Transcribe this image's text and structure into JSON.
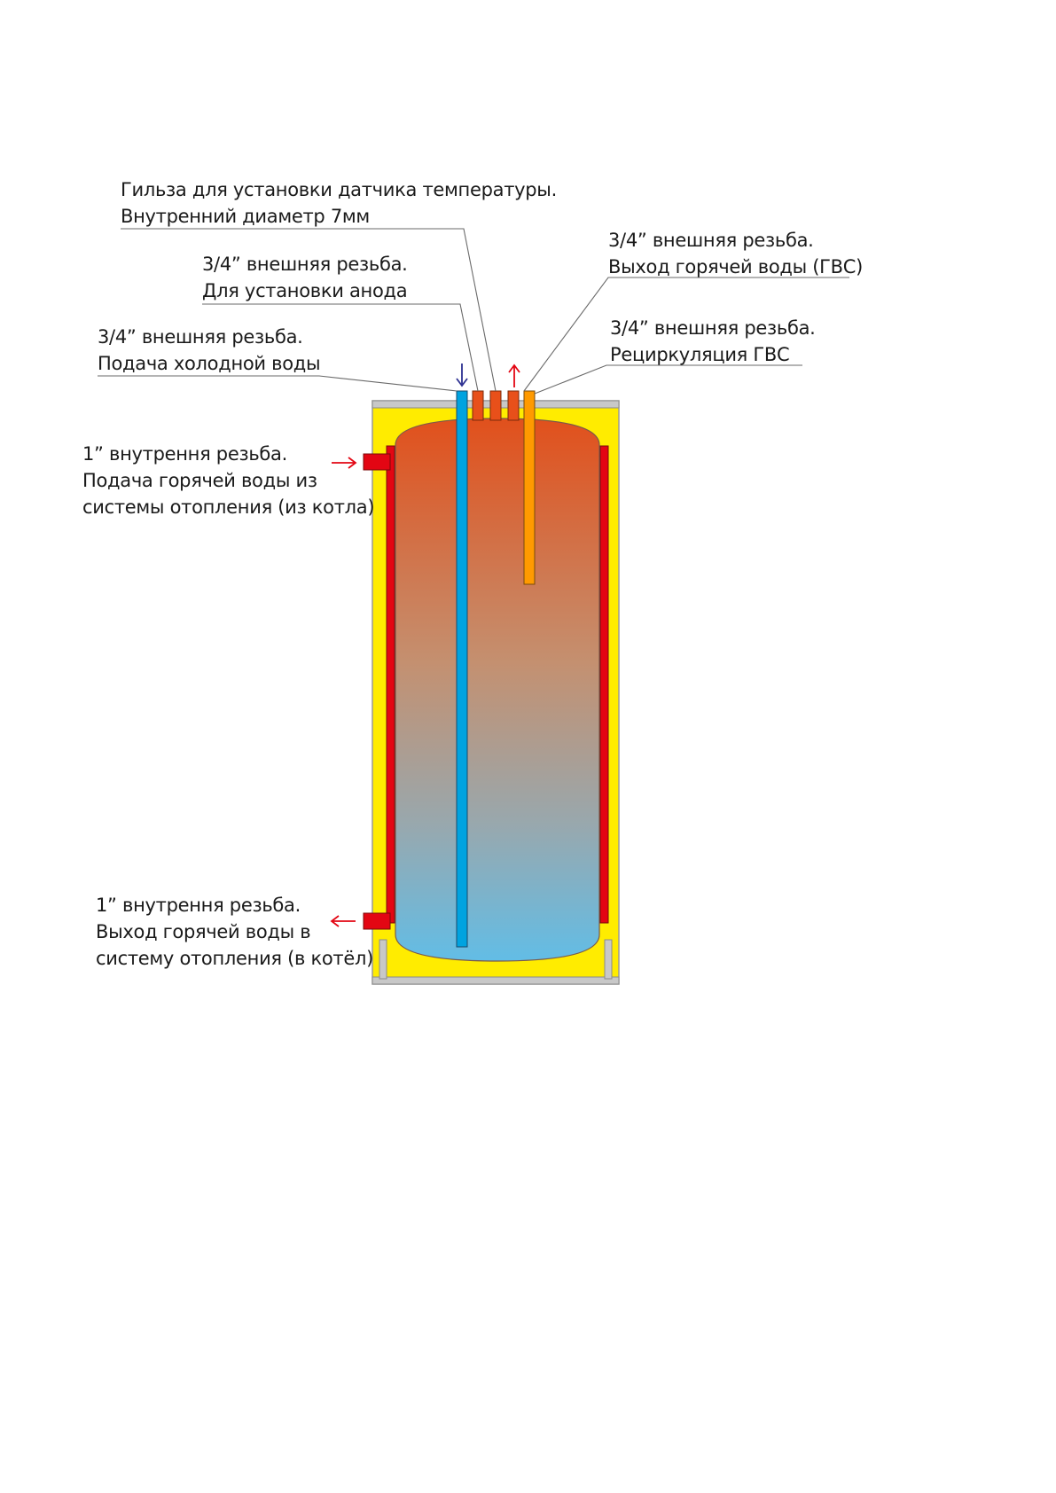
{
  "colors": {
    "insulation": "#ffec00",
    "casing": "#b0b0b0",
    "coil": "#e30613",
    "cold_pipe": "#00a3e0",
    "hot_pipe": "#ff9a00",
    "fitting": "#e8501a",
    "tank_top": "#e1501c",
    "tank_bottom": "#62bde6",
    "arrow_cold": "#2e3192",
    "arrow_hot": "#e30613"
  },
  "labels": {
    "sensor": {
      "line1": "Гильза для установки датчика температуры.",
      "line2": "Внутренний диаметр 7мм"
    },
    "anode": {
      "line1": "3/4” внешняя резьба.",
      "line2": "Для установки анода"
    },
    "cold_inlet": {
      "line1": "3/4” внешняя резьба.",
      "line2": "Подача холодной воды"
    },
    "hot_outlet": {
      "line1": "3/4” внешняя резьба.",
      "line2": "Выход горячей воды (ГВС)"
    },
    "recirculation": {
      "line1": "3/4” внешняя резьба.",
      "line2": "Рециркуляция ГВС"
    },
    "heating_supply": {
      "line1": "1” внутрення резьба.",
      "line2": "Подача горячей воды из",
      "line3": "системы отопления (из котла)"
    },
    "heating_return": {
      "line1": "1” внутрення резьба.",
      "line2": "Выход горячей воды в",
      "line3": "систему отопления (в котёл)"
    }
  }
}
